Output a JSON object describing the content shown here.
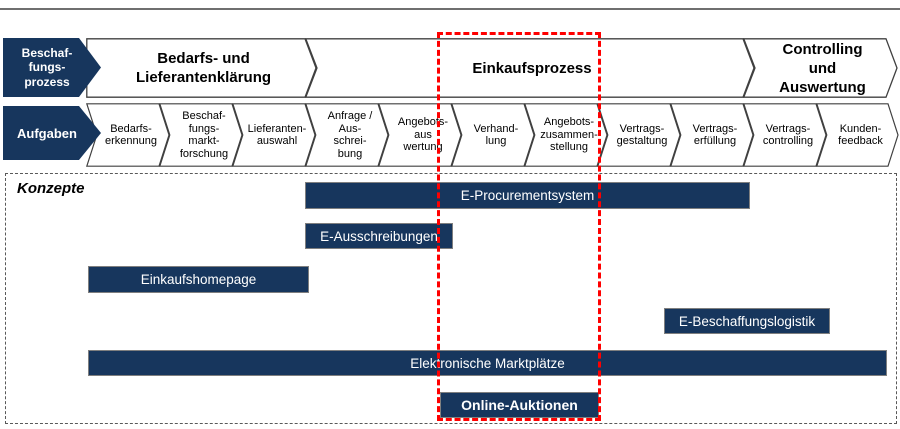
{
  "colors": {
    "navy": "#17365d",
    "highlight_red": "#ff0000",
    "arrow_border": "#404040",
    "rule_gray": "#6f6f6f"
  },
  "process_row": {
    "label": "Beschaf-\nfungs-\nprozess",
    "phases": [
      {
        "label": "Bedarfs- und\nLieferantenklärung"
      },
      {
        "label": "Einkaufsprozess"
      },
      {
        "label": "Controlling\nund\nAuswertung"
      }
    ]
  },
  "tasks_row": {
    "label": "Aufgaben",
    "tasks": [
      {
        "label": "Bedarfs-\nerkennung"
      },
      {
        "label": "Beschaf-\nfungs-\nmarkt-\nforschung"
      },
      {
        "label": "Lieferanten-\nauswahl"
      },
      {
        "label": "Anfrage /\nAus-\nschrei-\nbung"
      },
      {
        "label": "Angebots-\naus\nwertung"
      },
      {
        "label": "Verhand-\nlung"
      },
      {
        "label": "Angebots-\nzusammen-\nstellung"
      },
      {
        "label": "Vertrags-\ngestaltung"
      },
      {
        "label": "Vertrags-\nerfüllung"
      },
      {
        "label": "Vertrags-\ncontrolling"
      },
      {
        "label": "Kunden-\nfeedback"
      }
    ]
  },
  "konzepte": {
    "title": "Konzepte",
    "bars": [
      {
        "label": "E-Procurementsystem"
      },
      {
        "label": "E-Ausschreibungen"
      },
      {
        "label": "Einkaufshomepage"
      },
      {
        "label": "E-Beschaffungslogistik"
      },
      {
        "label": "Elektronische Marktplätze"
      },
      {
        "label": "Online-Auktionen"
      }
    ]
  }
}
